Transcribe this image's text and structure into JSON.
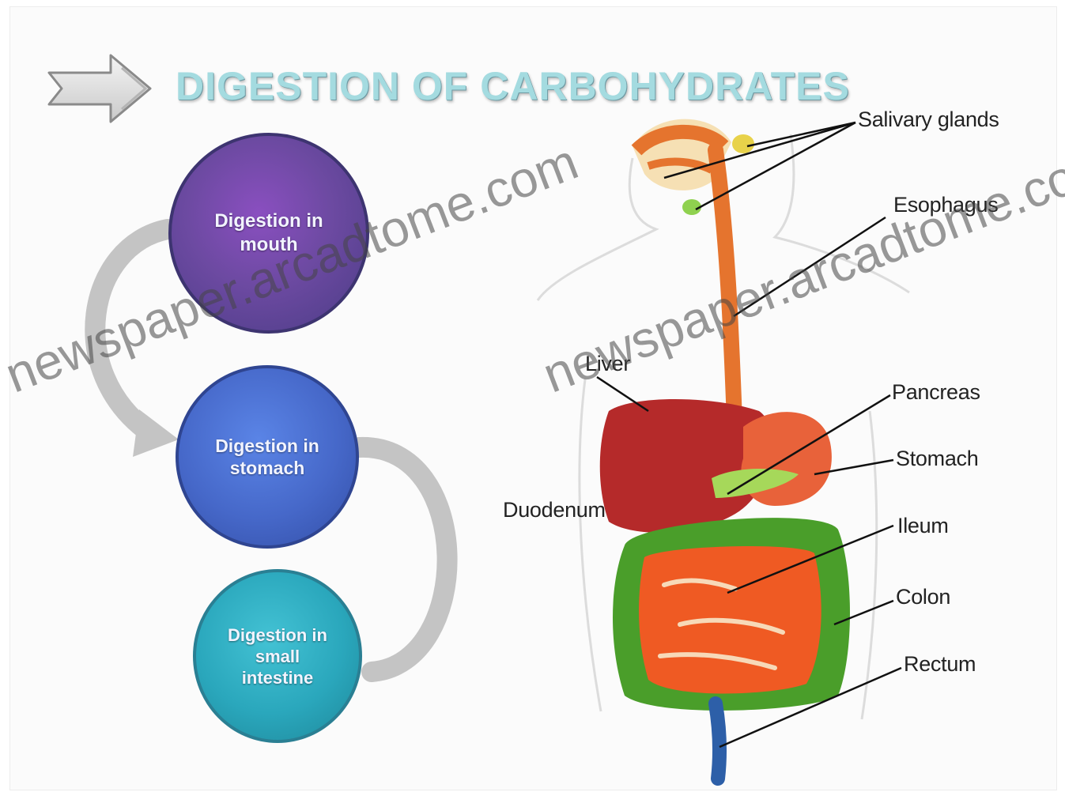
{
  "title": "DIGESTION OF CARBOHYDRATES",
  "steps": [
    {
      "label": "Digestion in mouth"
    },
    {
      "label": "Digestion in stomach"
    },
    {
      "label": "Digestion in small intestine"
    }
  ],
  "organ_labels": {
    "salivary_glands": "Salivary glands",
    "esophagus": "Esophagus",
    "liver": "Liver",
    "pancreas": "Pancreas",
    "stomach": "Stomach",
    "duodenum": "Duodenum",
    "ileum": "Ileum",
    "colon": "Colon",
    "rectum": "Rectum"
  },
  "watermark": {
    "text_a": "newspaper.arcadtome.com",
    "text_b": "newspaper.arcadtome.com"
  },
  "colors": {
    "title": "#a4dbe0",
    "step_1": "#6d4aa2",
    "step_2": "#4668c9",
    "step_3": "#2aa7bc",
    "liver": "#b52a2a",
    "esophagus": "#e5742e",
    "small_intestine": "#ef5a23",
    "large_intestine": "#4a9e2a"
  }
}
